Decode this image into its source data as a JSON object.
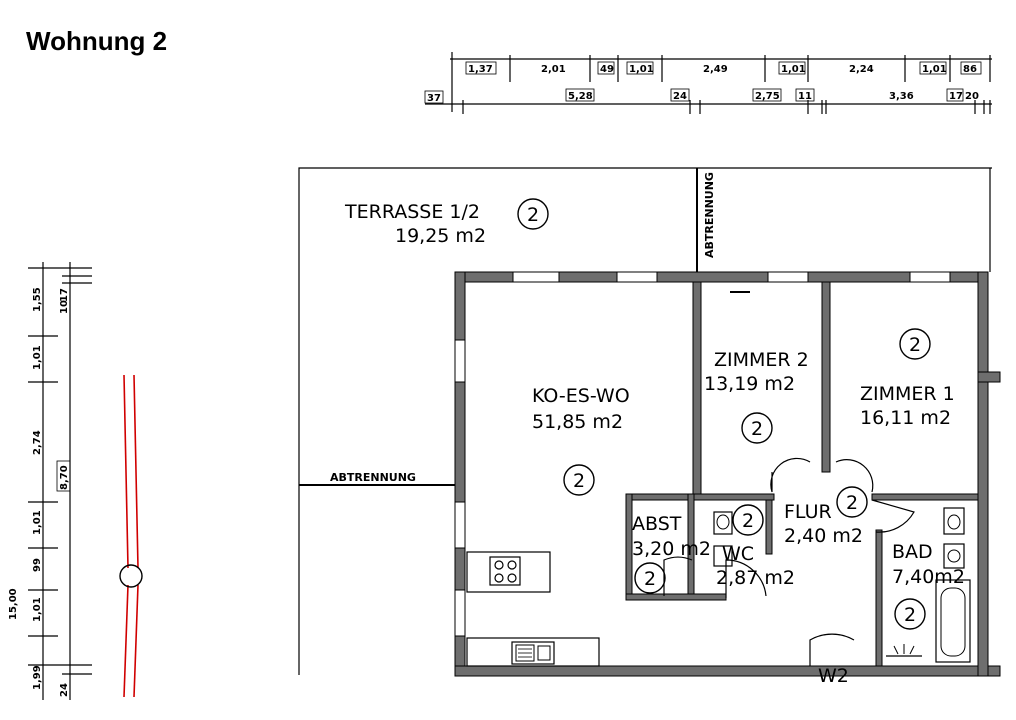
{
  "title": "Wohnung 2",
  "rooms": {
    "terrasse": {
      "name": "TERRASSE 1/2",
      "area": "19,25  m2",
      "badge": "2"
    },
    "koeswo": {
      "name": "KO-ES-WO",
      "area": "51,85  m2",
      "badge": "2"
    },
    "zimmer2": {
      "name": "ZIMMER  2",
      "area": "13,19  m2",
      "badge": "2"
    },
    "zimmer1": {
      "name": "ZIMMER  1",
      "area": "16,11  m2",
      "badge": "2"
    },
    "abst": {
      "name": "ABST",
      "area": "3,20  m2",
      "badge": "2"
    },
    "wc": {
      "name": "WC",
      "area": "2,87  m2",
      "badge": "2"
    },
    "flur": {
      "name": "FLUR",
      "area": "2,40  m2",
      "badge": "2"
    },
    "bad": {
      "name": "BAD",
      "area": "7,40m2",
      "badge": "2"
    }
  },
  "labels": {
    "abtrennung_horizontal": "ABTRENNUNG",
    "abtrennung_vertical": "ABTRENNUNG",
    "entrance": "W2"
  },
  "dimensions_top_row1": [
    "1,37",
    "2,01",
    "49",
    "1,01",
    "2,49",
    "1,01",
    "2,24",
    "1,01",
    "86"
  ],
  "dimensions_top_row2": [
    "37",
    "5,28",
    "24",
    "2,75",
    "11",
    "3,36",
    "17",
    "20"
  ],
  "dimensions_left_col1": [
    "1,55",
    "1,01",
    "2,74",
    "1,01",
    "99",
    "1,01",
    "1,99"
  ],
  "dimensions_left_col2": [
    "17",
    "10",
    "8,70",
    "15,00",
    "24"
  ]
}
